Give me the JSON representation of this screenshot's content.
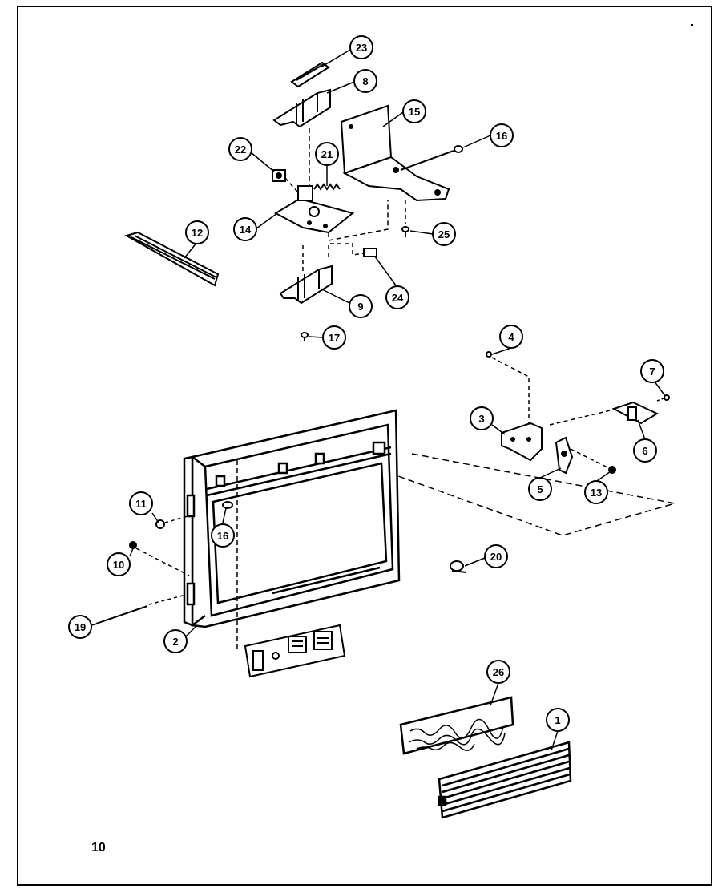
{
  "page_number": "10",
  "callouts": [
    {
      "id": "c23",
      "label": "23"
    },
    {
      "id": "c8a",
      "label": "8"
    },
    {
      "id": "c15",
      "label": "15"
    },
    {
      "id": "c16a",
      "label": "16"
    },
    {
      "id": "c22",
      "label": "22"
    },
    {
      "id": "c21",
      "label": "21"
    },
    {
      "id": "c14",
      "label": "14"
    },
    {
      "id": "c25",
      "label": "25"
    },
    {
      "id": "c12",
      "label": "12"
    },
    {
      "id": "c24",
      "label": "24"
    },
    {
      "id": "c9",
      "label": "9"
    },
    {
      "id": "c17",
      "label": "17"
    },
    {
      "id": "c4",
      "label": "4"
    },
    {
      "id": "c7",
      "label": "7"
    },
    {
      "id": "c3",
      "label": "3"
    },
    {
      "id": "c6",
      "label": "6"
    },
    {
      "id": "c5",
      "label": "5"
    },
    {
      "id": "c13",
      "label": "13"
    },
    {
      "id": "c11",
      "label": "11"
    },
    {
      "id": "c16b",
      "label": "16"
    },
    {
      "id": "c10",
      "label": "10"
    },
    {
      "id": "c20",
      "label": "20"
    },
    {
      "id": "c19",
      "label": "19"
    },
    {
      "id": "c2",
      "label": "2"
    },
    {
      "id": "c26",
      "label": "26"
    },
    {
      "id": "c1",
      "label": "1"
    }
  ]
}
